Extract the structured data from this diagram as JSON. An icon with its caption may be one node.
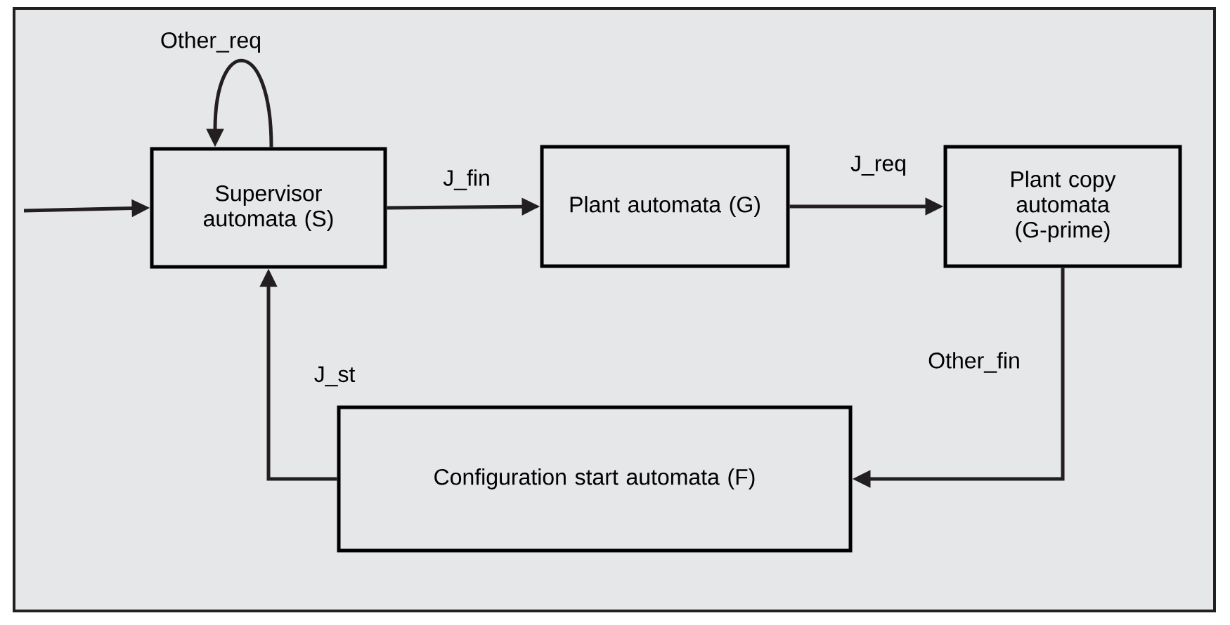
{
  "diagram": {
    "nodes": [
      {
        "text": [
          "Supervisor automata (S)"
        ]
      },
      {
        "text": [
          "Plant automata (G)"
        ]
      },
      {
        "text": [
          "Plant copy automata (G-prime)"
        ]
      },
      {
        "text": [
          "Configuration start automata (F)"
        ]
      }
    ],
    "edges": [
      {
        "from": null,
        "to": 0,
        "arrow": "to"
      },
      {
        "from": 0,
        "to": 0,
        "arrow": "to",
        "label": "Other_req"
      },
      {
        "from": 0,
        "to": 1,
        "arrow": "to",
        "label": "J_fin"
      },
      {
        "from": 1,
        "to": 2,
        "arrow": "to",
        "label": "J_req"
      },
      {
        "from": 2,
        "to": 3,
        "arrow": "to",
        "label": "Other_fin"
      },
      {
        "from": 3,
        "to": 0,
        "arrow": "to",
        "label": "J_st"
      }
    ]
  }
}
